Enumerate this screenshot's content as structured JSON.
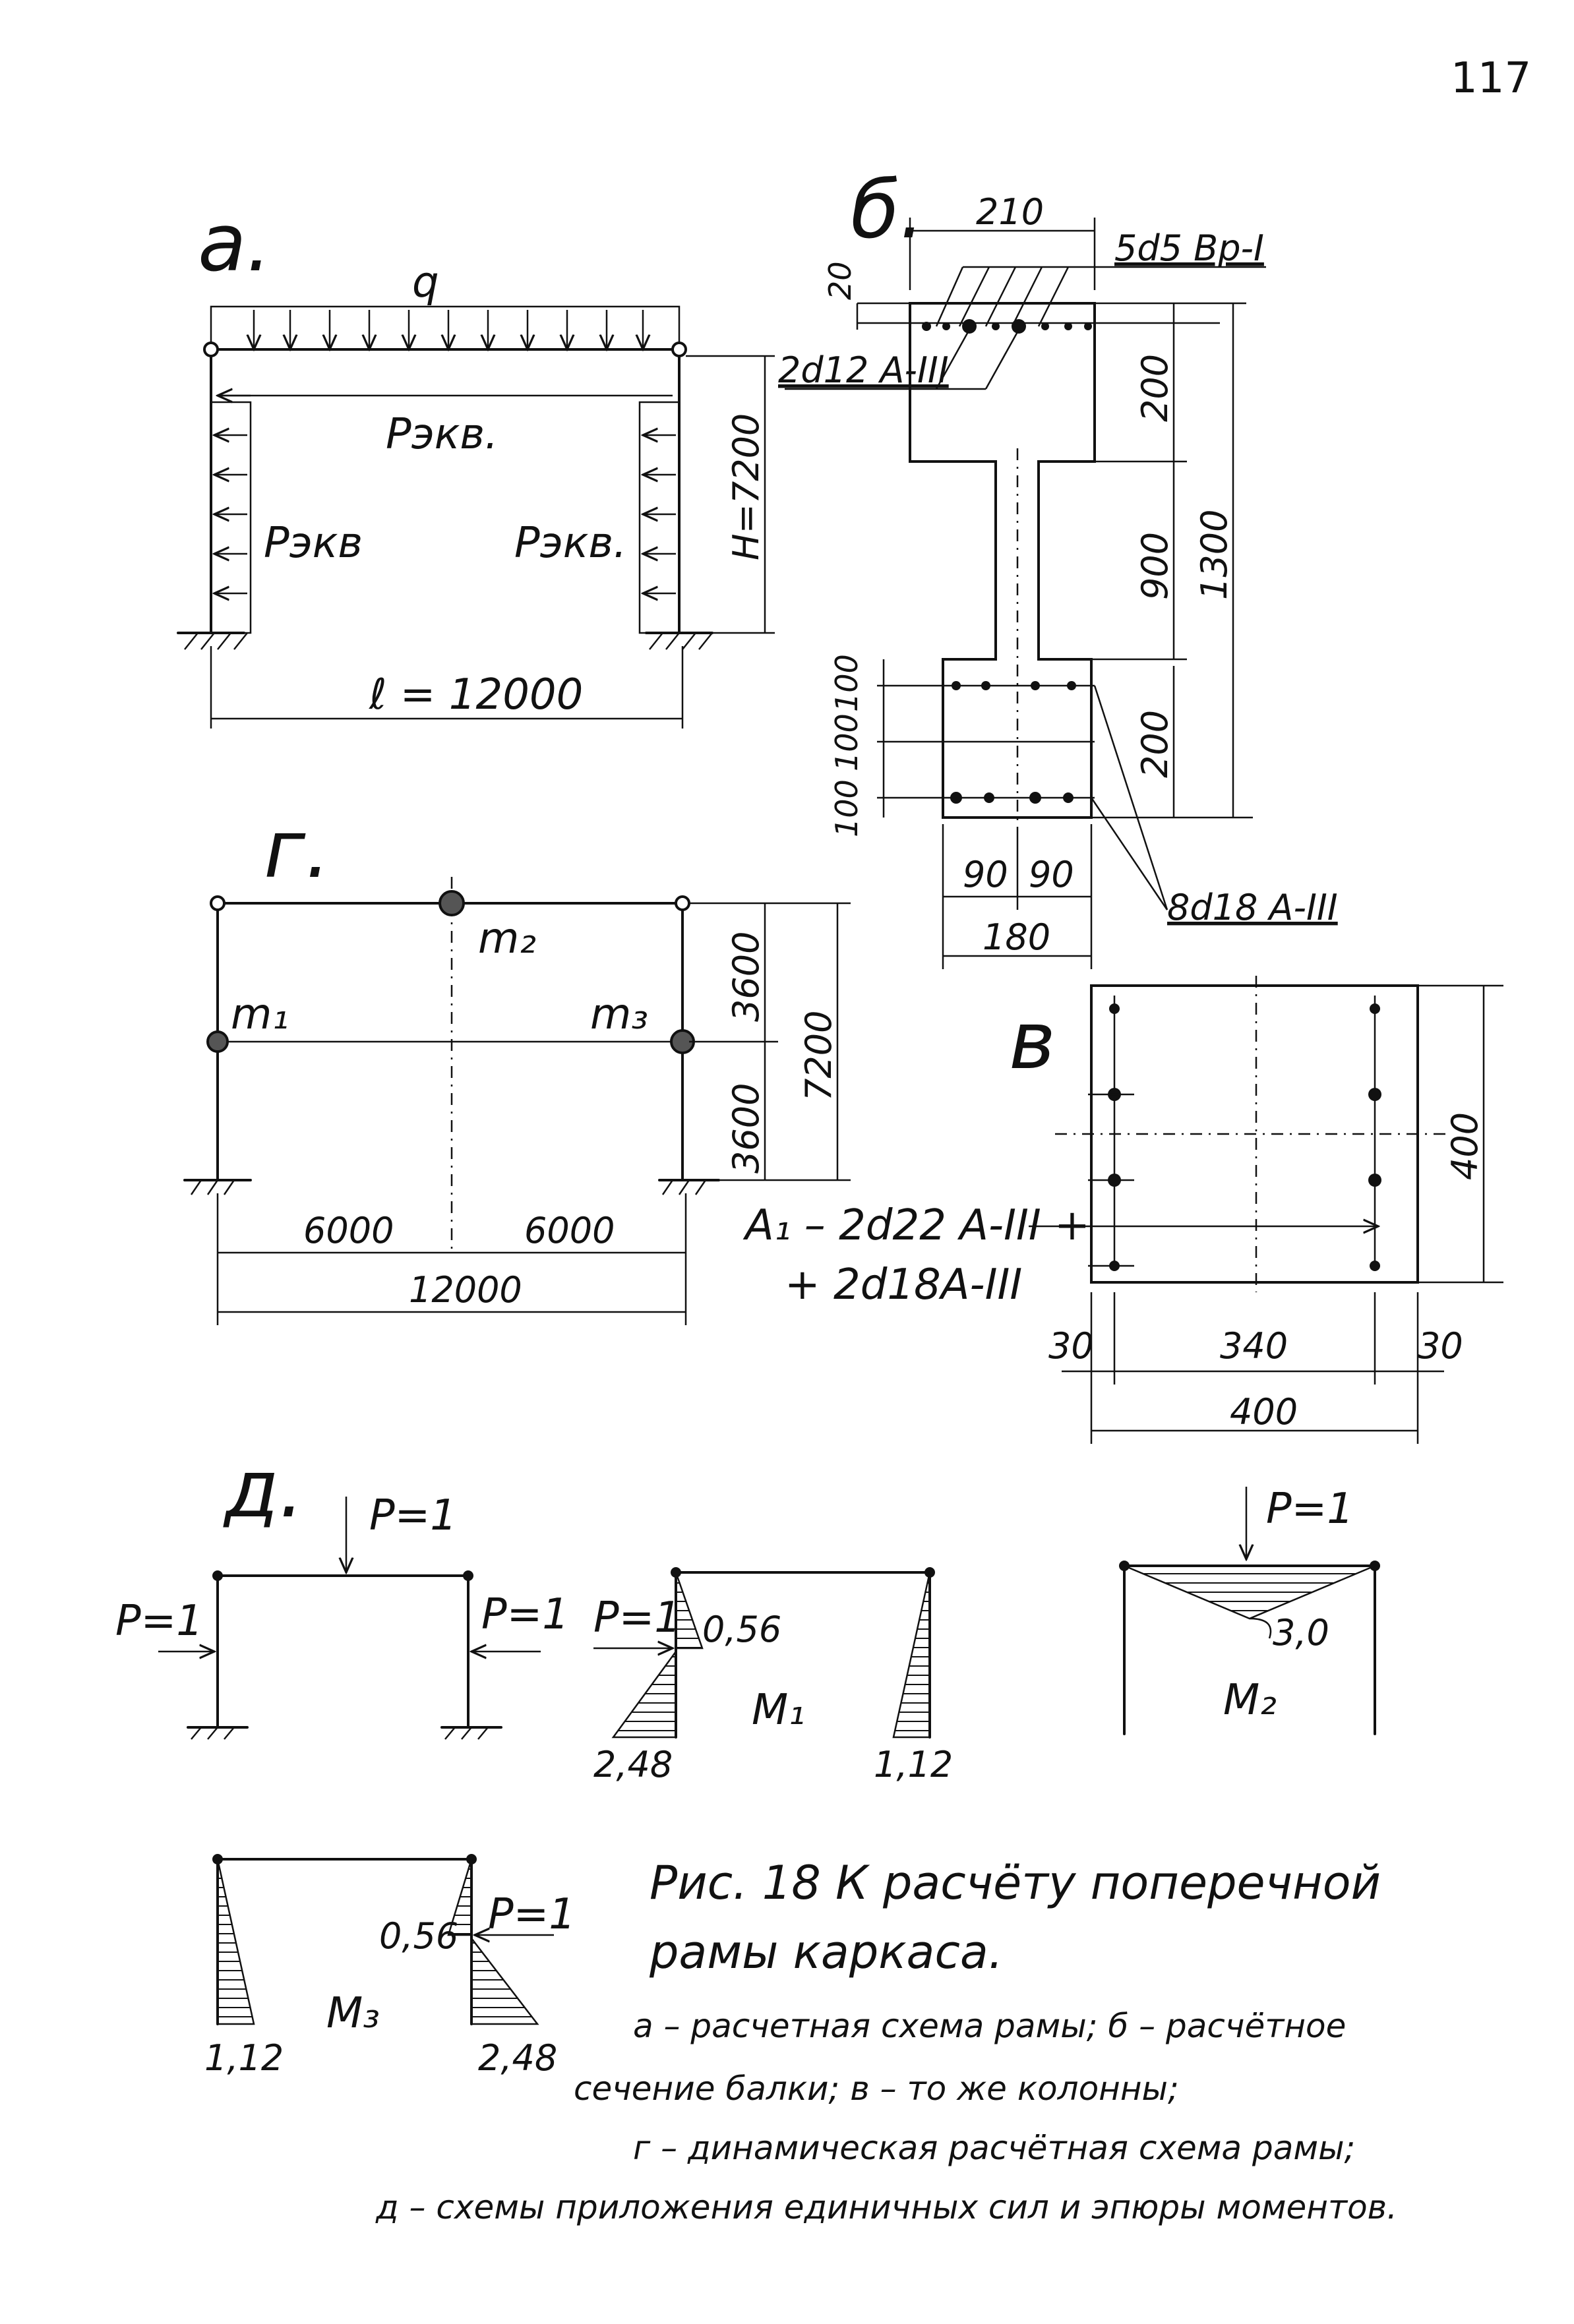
{
  "page_number": "117",
  "panel_a": {
    "label": "а.",
    "load_q": "q",
    "p_ekv_top": "Рэкв.",
    "p_ekv_left": "Рэкв",
    "p_ekv_right": "Рэкв.",
    "height_dim": "H=7200",
    "span_dim": "ℓ = 12000"
  },
  "panel_b": {
    "label": "б.",
    "dim_210": "210",
    "dim_20": "20",
    "dim_200_top": "200",
    "dim_900": "900",
    "dim_1300": "1300",
    "dim_100a": "100",
    "dim_100b": "100",
    "dim_100c": "100",
    "dim_200_bot": "200",
    "dim_90a": "90",
    "dim_90b": "90",
    "dim_180": "180",
    "rebar_top": "5d5 Bp-I",
    "rebar_mid": "2d12 A-III",
    "rebar_bot": "8d18 A-III"
  },
  "panel_v": {
    "label": "в",
    "dim_400_h": "400",
    "dim_30a": "30",
    "dim_340": "340",
    "dim_30b": "30",
    "dim_400_w": "400",
    "rebar_line1": "A₁ – 2d22 A-III +",
    "rebar_line2": "+ 2d18A-III"
  },
  "panel_g": {
    "label": "г.",
    "m1": "m₁",
    "m2": "m₂",
    "m3": "m₃",
    "dim_3600a": "3600",
    "dim_3600b": "3600",
    "dim_7200": "7200",
    "dim_6000a": "6000",
    "dim_6000b": "6000",
    "dim_12000": "12000"
  },
  "panel_d": {
    "label": "д.",
    "p_top": "P=1",
    "p_left": "P=1",
    "p_right": "P=1",
    "m1_p": "P=1",
    "m1_056": "0,56",
    "m1_label": "M₁",
    "m1_248": "2,48",
    "m1_112": "1,12",
    "m2_p": "P=1",
    "m2_30": "3,0",
    "m2_label": "M₂",
    "m3_056": "0,56",
    "m3_p": "P=1",
    "m3_label": "M₃",
    "m3_112": "1,12",
    "m3_248": "2,48"
  },
  "caption": {
    "title1": "Рис. 18  К расчёту поперечной",
    "title2": "рамы каркаса.",
    "line1": "а – расчетная схема рамы; б – расчётное",
    "line2": "сечение балки; в – то же колонны;",
    "line3": "г – динамическая расчётная схема рамы;",
    "line4": "д – схемы приложения единичных сил и эпюры моментов."
  }
}
